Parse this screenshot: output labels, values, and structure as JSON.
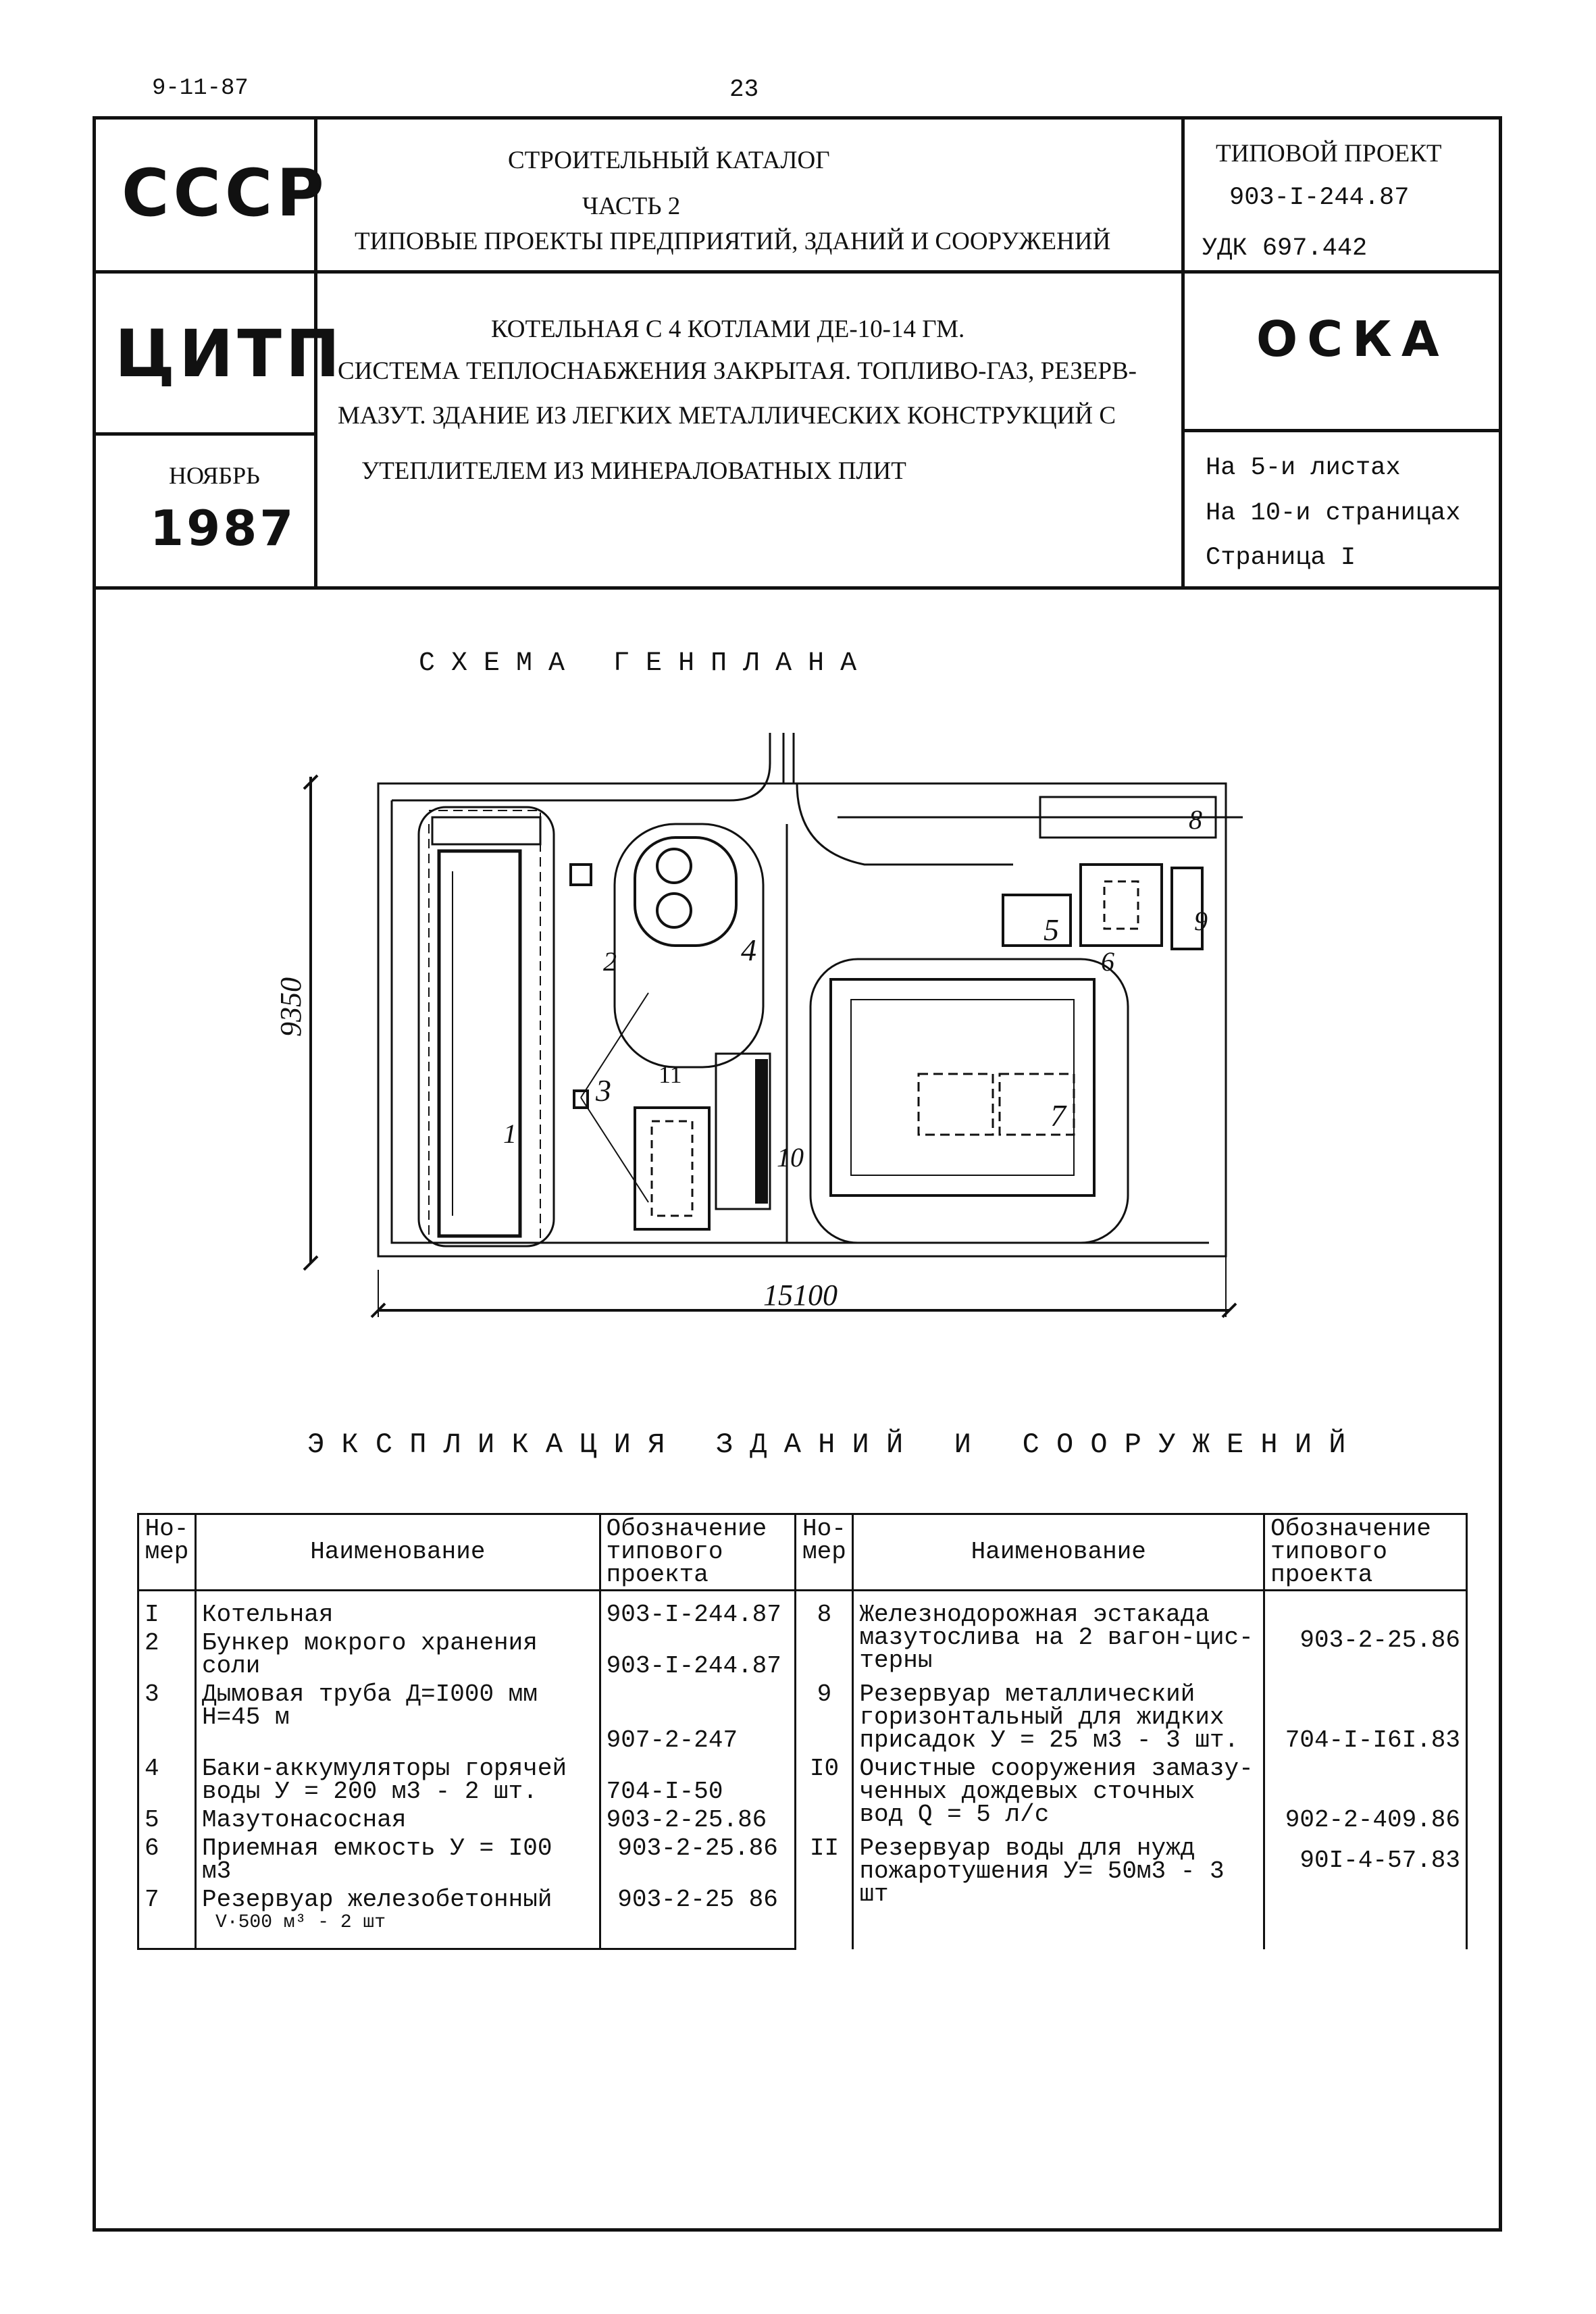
{
  "page": {
    "sheet_code": "9-11-87",
    "page_number": "23"
  },
  "header": {
    "org1": "СССР",
    "org2": "ЦИТП",
    "month": "НОЯБРЬ",
    "year": "1987",
    "catalog_title": "СТРОИТЕЛЬНЫЙ КАТАЛОГ",
    "catalog_part": "ЧАСТЬ 2",
    "catalog_section": "ТИПОВЫЕ ПРОЕКТЫ ПРЕДПРИЯТИЙ, ЗДАНИЙ И СООРУЖЕНИЙ",
    "project_label": "ТИПОВОЙ ПРОЕКТ",
    "project_code": "903-I-244.87",
    "udk": "УДК 697.442",
    "description": [
      "КОТЕЛЬНАЯ С 4 КОТЛАМИ ДЕ-10-14 ГМ.",
      "СИСТЕМА ТЕПЛОСНАБЖЕНИЯ ЗАКРЫТАЯ. ТОПЛИВО-ГАЗ, РЕЗЕРВ-",
      "МАЗУТ. ЗДАНИЕ ИЗ ЛЕГКИХ МЕТАЛЛИЧЕСКИХ КОНСТРУКЦИЙ С",
      "УТЕПЛИТЕЛЕМ ИЗ МИНЕРАЛОВАТНЫХ ПЛИТ"
    ],
    "doc_type": "ОСКА",
    "sheets": "На 5-и листах",
    "pages": "На 10-и страницах",
    "page_label": "Страница I"
  },
  "site_plan": {
    "title": "С Х Е М А   Г Е Н П Л А Н А",
    "dim_width": "15100",
    "dim_height": "9350",
    "labels": [
      "1",
      "2",
      "3",
      "4",
      "5",
      "6",
      "7",
      "8",
      "9",
      "10",
      "11"
    ]
  },
  "explication": {
    "title": "Э К С П Л И К А Ц И Я   З Д А Н И Й   И   С О О Р У Ж Е Н И Й",
    "headers": {
      "num": [
        "Но-",
        "мер"
      ],
      "name": "Наименование",
      "code": [
        "Обозначение",
        "типового",
        "проекта"
      ]
    },
    "left": [
      {
        "num": "I",
        "name": [
          "Котельная"
        ],
        "code": "903-I-244.87"
      },
      {
        "num": "2",
        "name": [
          "Бункер мокрого хранения",
          "соли"
        ],
        "code": "903-I-244.87"
      },
      {
        "num": "3",
        "name": [
          "Дымовая труба Д=I000 мм",
          "Н=45 м"
        ],
        "code": "907-2-247"
      },
      {
        "num": "4",
        "name": [
          "Баки-аккумуляторы горячей",
          "воды У = 200 м3 - 2 шт."
        ],
        "code": "704-I-50"
      },
      {
        "num": "5",
        "name": [
          "Мазутонасосная"
        ],
        "code": "903-2-25.86"
      },
      {
        "num": "6",
        "name": [
          "Приемная емкость У = I00 м3"
        ],
        "code": "903-2-25.86"
      },
      {
        "num": "7",
        "name": [
          "Резервуар железобетонный",
          "V·500 м³  - 2 шт"
        ],
        "code": "903-2-25 86"
      }
    ],
    "right": [
      {
        "num": "8",
        "name": [
          "Железнодорожная эстакада",
          "мазутослива на 2 вагон-цис-",
          "терны"
        ],
        "code": "903-2-25.86"
      },
      {
        "num": "9",
        "name": [
          "Резервуар металлический",
          "горизонтальный для жидких",
          "присадок У = 25 м3 - 3 шт."
        ],
        "code": "704-I-I6I.83"
      },
      {
        "num": "I0",
        "name": [
          "Очистные сооружения замазу-",
          "ченных дождевых сточных",
          "вод Q = 5 л/с"
        ],
        "code": "902-2-409.86"
      },
      {
        "num": "II",
        "name": [
          "Резервуар воды для нужд",
          "пожаротушения У= 50м3 - 3 шт"
        ],
        "code": "90I-4-57.83"
      }
    ]
  }
}
